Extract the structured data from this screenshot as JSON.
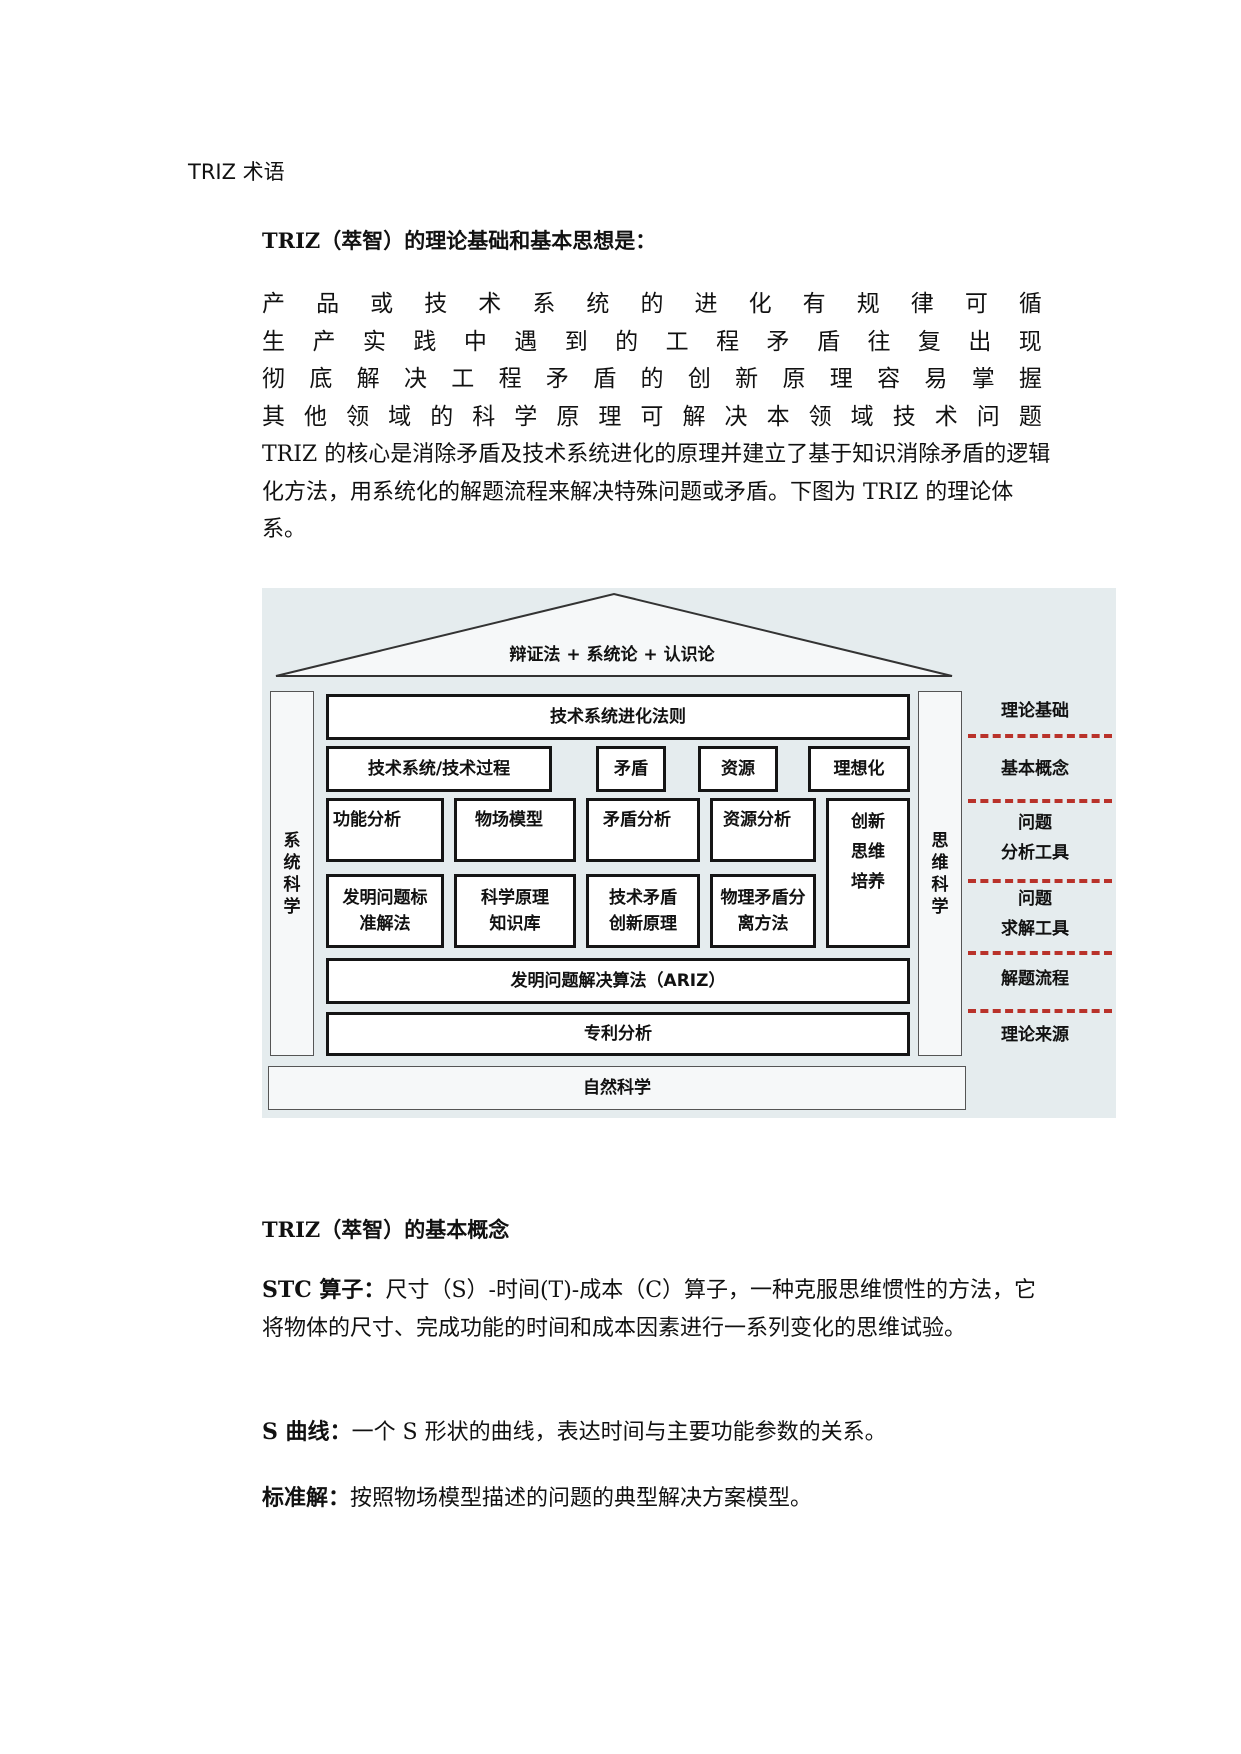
{
  "doc_title": "TRIZ 术语",
  "section1": {
    "heading": "TRIZ（萃智）的理论基础和基本思想是：",
    "lines": [
      "产品或技术系统的进化有规律可循",
      "生产实践中遇到的工程矛盾往复出现",
      "彻底解决工程矛盾的创新原理容易掌握",
      "其他领域的科学原理可解决本领域技术问题"
    ],
    "paragraph": "TRIZ 的核心是消除矛盾及技术系统进化的原理并建立了基于知识消除矛盾的逻辑化方法，用系统化的解题流程来解决特殊问题或矛盾。下图为 TRIZ 的理论体系。"
  },
  "diagram": {
    "roof": "辩证法 + 系统论 + 认识论",
    "left_column": "系统科学",
    "right_column": "思维科学",
    "evolution_laws": "技术系统进化法则",
    "concepts": [
      "技术系统/技术过程",
      "矛盾",
      "资源",
      "理想化"
    ],
    "analysis_tools": [
      "功能分析",
      "物场模型",
      "矛盾分析",
      "资源分析"
    ],
    "innovation_training": "创新思维培养",
    "solving_tools": [
      [
        "发明问题标",
        "准解法"
      ],
      [
        "科学原理",
        "知识库"
      ],
      [
        "技术矛盾",
        "创新原理"
      ],
      [
        "物理矛盾分",
        "离方法"
      ]
    ],
    "ariz": "发明问题解决算法（ARIZ）",
    "patent": "专利分析",
    "foundation": "自然科学",
    "right_labels": [
      [
        "理论基础"
      ],
      [
        "基本概念"
      ],
      [
        "问题",
        "分析工具"
      ],
      [
        "问题",
        "求解工具"
      ],
      [
        "解题流程"
      ],
      [
        "理论来源"
      ]
    ],
    "colors": {
      "background": "#e5ecee",
      "dash": "#b9322a",
      "border": "#151515"
    }
  },
  "section2": {
    "heading": "TRIZ（萃智）的基本概念",
    "terms": [
      {
        "term": "STC 算子：",
        "definition": "尺寸（S）-时间(T)-成本（C）算子，一种克服思维惯性的方法，它将物体的尺寸、完成功能的时间和成本因素进行一系列变化的思维试验。"
      },
      {
        "term": "S 曲线：",
        "definition": "一个 S 形状的曲线，表达时间与主要功能参数的关系。"
      },
      {
        "term": "标准解：",
        "definition": "按照物场模型描述的问题的典型解决方案模型。"
      }
    ]
  }
}
